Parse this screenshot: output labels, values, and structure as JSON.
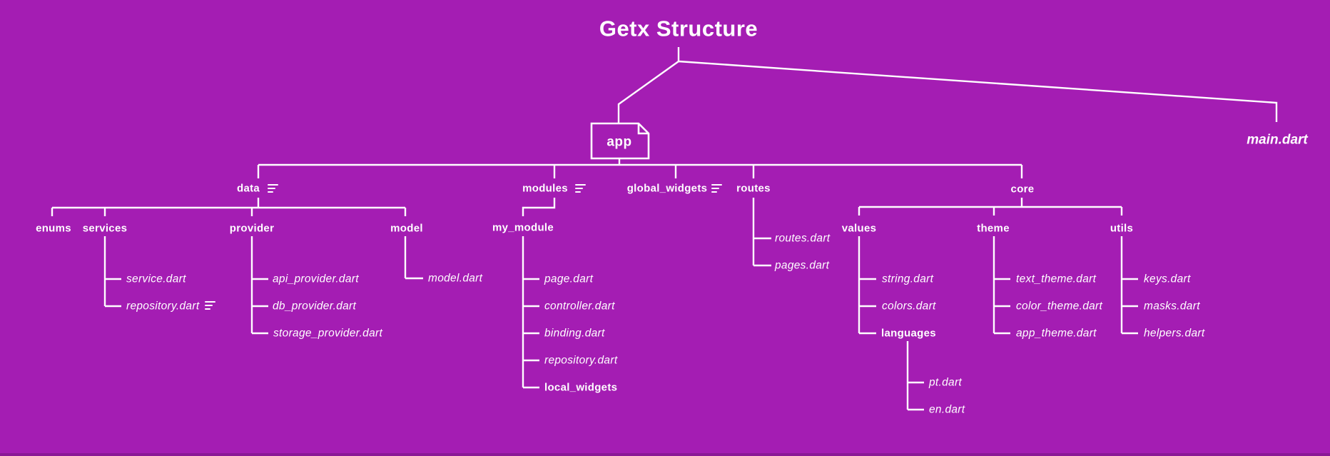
{
  "title": "Getx Structure",
  "app_label": "app",
  "main_file": "main.dart",
  "colors": {
    "background": "#a41db3",
    "line": "#ffffff",
    "text": "#ffffff"
  },
  "icons": {
    "annotation": "list-lines-icon"
  },
  "branches": [
    {
      "label": "data",
      "annotated": true,
      "children": [
        {
          "label": "enums"
        },
        {
          "label": "services",
          "children": [
            {
              "label": "service.dart"
            },
            {
              "label": "repository.dart",
              "annotated": true
            }
          ]
        },
        {
          "label": "provider",
          "children": [
            {
              "label": "api_provider.dart"
            },
            {
              "label": "db_provider.dart"
            },
            {
              "label": "storage_provider.dart"
            }
          ]
        },
        {
          "label": "model",
          "children": [
            {
              "label": "model.dart"
            }
          ]
        }
      ]
    },
    {
      "label": "modules",
      "annotated": true,
      "children": [
        {
          "label": "my_module",
          "children": [
            {
              "label": "page.dart"
            },
            {
              "label": "controller.dart"
            },
            {
              "label": "binding.dart"
            },
            {
              "label": "repository.dart"
            },
            {
              "label": "local_widgets",
              "type": "folder"
            }
          ]
        }
      ]
    },
    {
      "label": "global_widgets",
      "annotated": true,
      "children": []
    },
    {
      "label": "routes",
      "children": [
        {
          "label": "routes.dart"
        },
        {
          "label": "pages.dart"
        }
      ]
    },
    {
      "label": "core",
      "children": [
        {
          "label": "values",
          "children": [
            {
              "label": "string.dart"
            },
            {
              "label": "colors.dart"
            },
            {
              "label": "languages",
              "type": "folder",
              "children": [
                {
                  "label": "pt.dart"
                },
                {
                  "label": "en.dart"
                }
              ]
            }
          ]
        },
        {
          "label": "theme",
          "children": [
            {
              "label": "text_theme.dart"
            },
            {
              "label": "color_theme.dart"
            },
            {
              "label": "app_theme.dart"
            }
          ]
        },
        {
          "label": "utils",
          "children": [
            {
              "label": "keys.dart"
            },
            {
              "label": "masks.dart"
            },
            {
              "label": "helpers.dart"
            }
          ]
        }
      ]
    }
  ]
}
